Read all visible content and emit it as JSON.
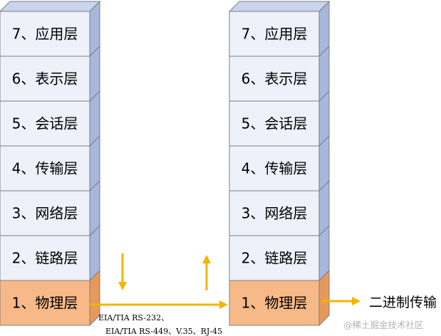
{
  "stacks": [
    {
      "layers": [
        {
          "label": "7、应用层",
          "kind": "upper"
        },
        {
          "label": "6、表示层",
          "kind": "upper"
        },
        {
          "label": "5、会话层",
          "kind": "upper"
        },
        {
          "label": "4、传输层",
          "kind": "upper"
        },
        {
          "label": "3、网络层",
          "kind": "upper"
        },
        {
          "label": "2、链路层",
          "kind": "upper"
        },
        {
          "label": "1、物理层",
          "kind": "physical"
        }
      ]
    },
    {
      "layers": [
        {
          "label": "7、应用层",
          "kind": "upper"
        },
        {
          "label": "6、表示层",
          "kind": "upper"
        },
        {
          "label": "5、会话层",
          "kind": "upper"
        },
        {
          "label": "4、传输层",
          "kind": "upper"
        },
        {
          "label": "3、网络层",
          "kind": "upper"
        },
        {
          "label": "2、链路层",
          "kind": "upper"
        },
        {
          "label": "1、物理层",
          "kind": "physical"
        }
      ]
    }
  ],
  "protocols": {
    "line1": "EIA/TIA RS-232、",
    "line2": "EIA/TIA RS-449、V.35、RJ-45"
  },
  "output_label": "二进制传输",
  "watermark": "@稀土掘金技术社区",
  "colors": {
    "upper_front": "#eef1fa",
    "upper_side": "#a7b7de",
    "upper_top": "#c9d4ee",
    "physical_front": "#f7b987",
    "physical_side": "#e59a5c",
    "physical_top": "#f4c9a3",
    "edge": "#7f7f7f",
    "arrow": "#f4b400"
  }
}
